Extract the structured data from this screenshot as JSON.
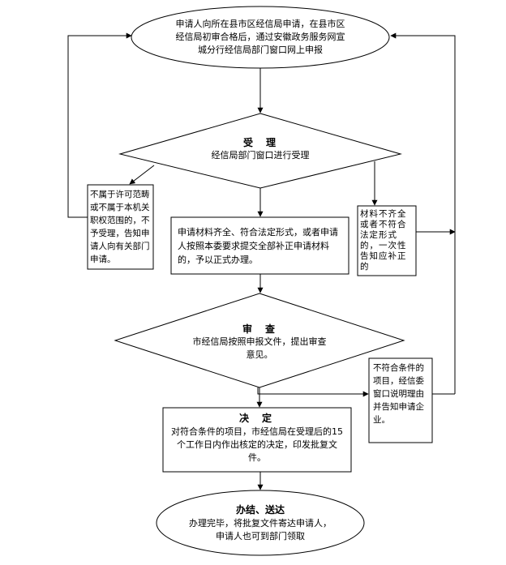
{
  "start": {
    "text": "申请人向所在县市区经信局申请，在县市区经信局初审合格后，通过安徽政务服务网宣城分行经信局部门窗口网上申报"
  },
  "accept": {
    "title": "受　理",
    "text": "经信局部门窗口进行受理"
  },
  "not_in_scope": {
    "text": "不属于许可范畴或不属于本机关职权范围的，不予受理，告知申请人向有关部门申请。"
  },
  "complete_materials": {
    "text": "申请材料齐全、符合法定形式，或者申请人按照本委要求提交全部补正申请材料的，予以正式办理。"
  },
  "incomplete_materials": {
    "text": "材料不齐全或者不符合法定形式的，一次性告知应补正的"
  },
  "review": {
    "title": "审　查",
    "text": "市经信局按照申报文件，提出审查意见。"
  },
  "unqualified": {
    "text": "不符合条件的项目，经信委窗口说明理由并告知申请企业。"
  },
  "decision": {
    "title": "决　定",
    "text": "对符合条件的项目，市经信局在受理后的15个工作日内作出核定的决定，印发批复文件。"
  },
  "complete": {
    "title": "办结、送达",
    "text": "办理完毕，将批复文件寄达申请人，申请人也可到部门领取"
  }
}
